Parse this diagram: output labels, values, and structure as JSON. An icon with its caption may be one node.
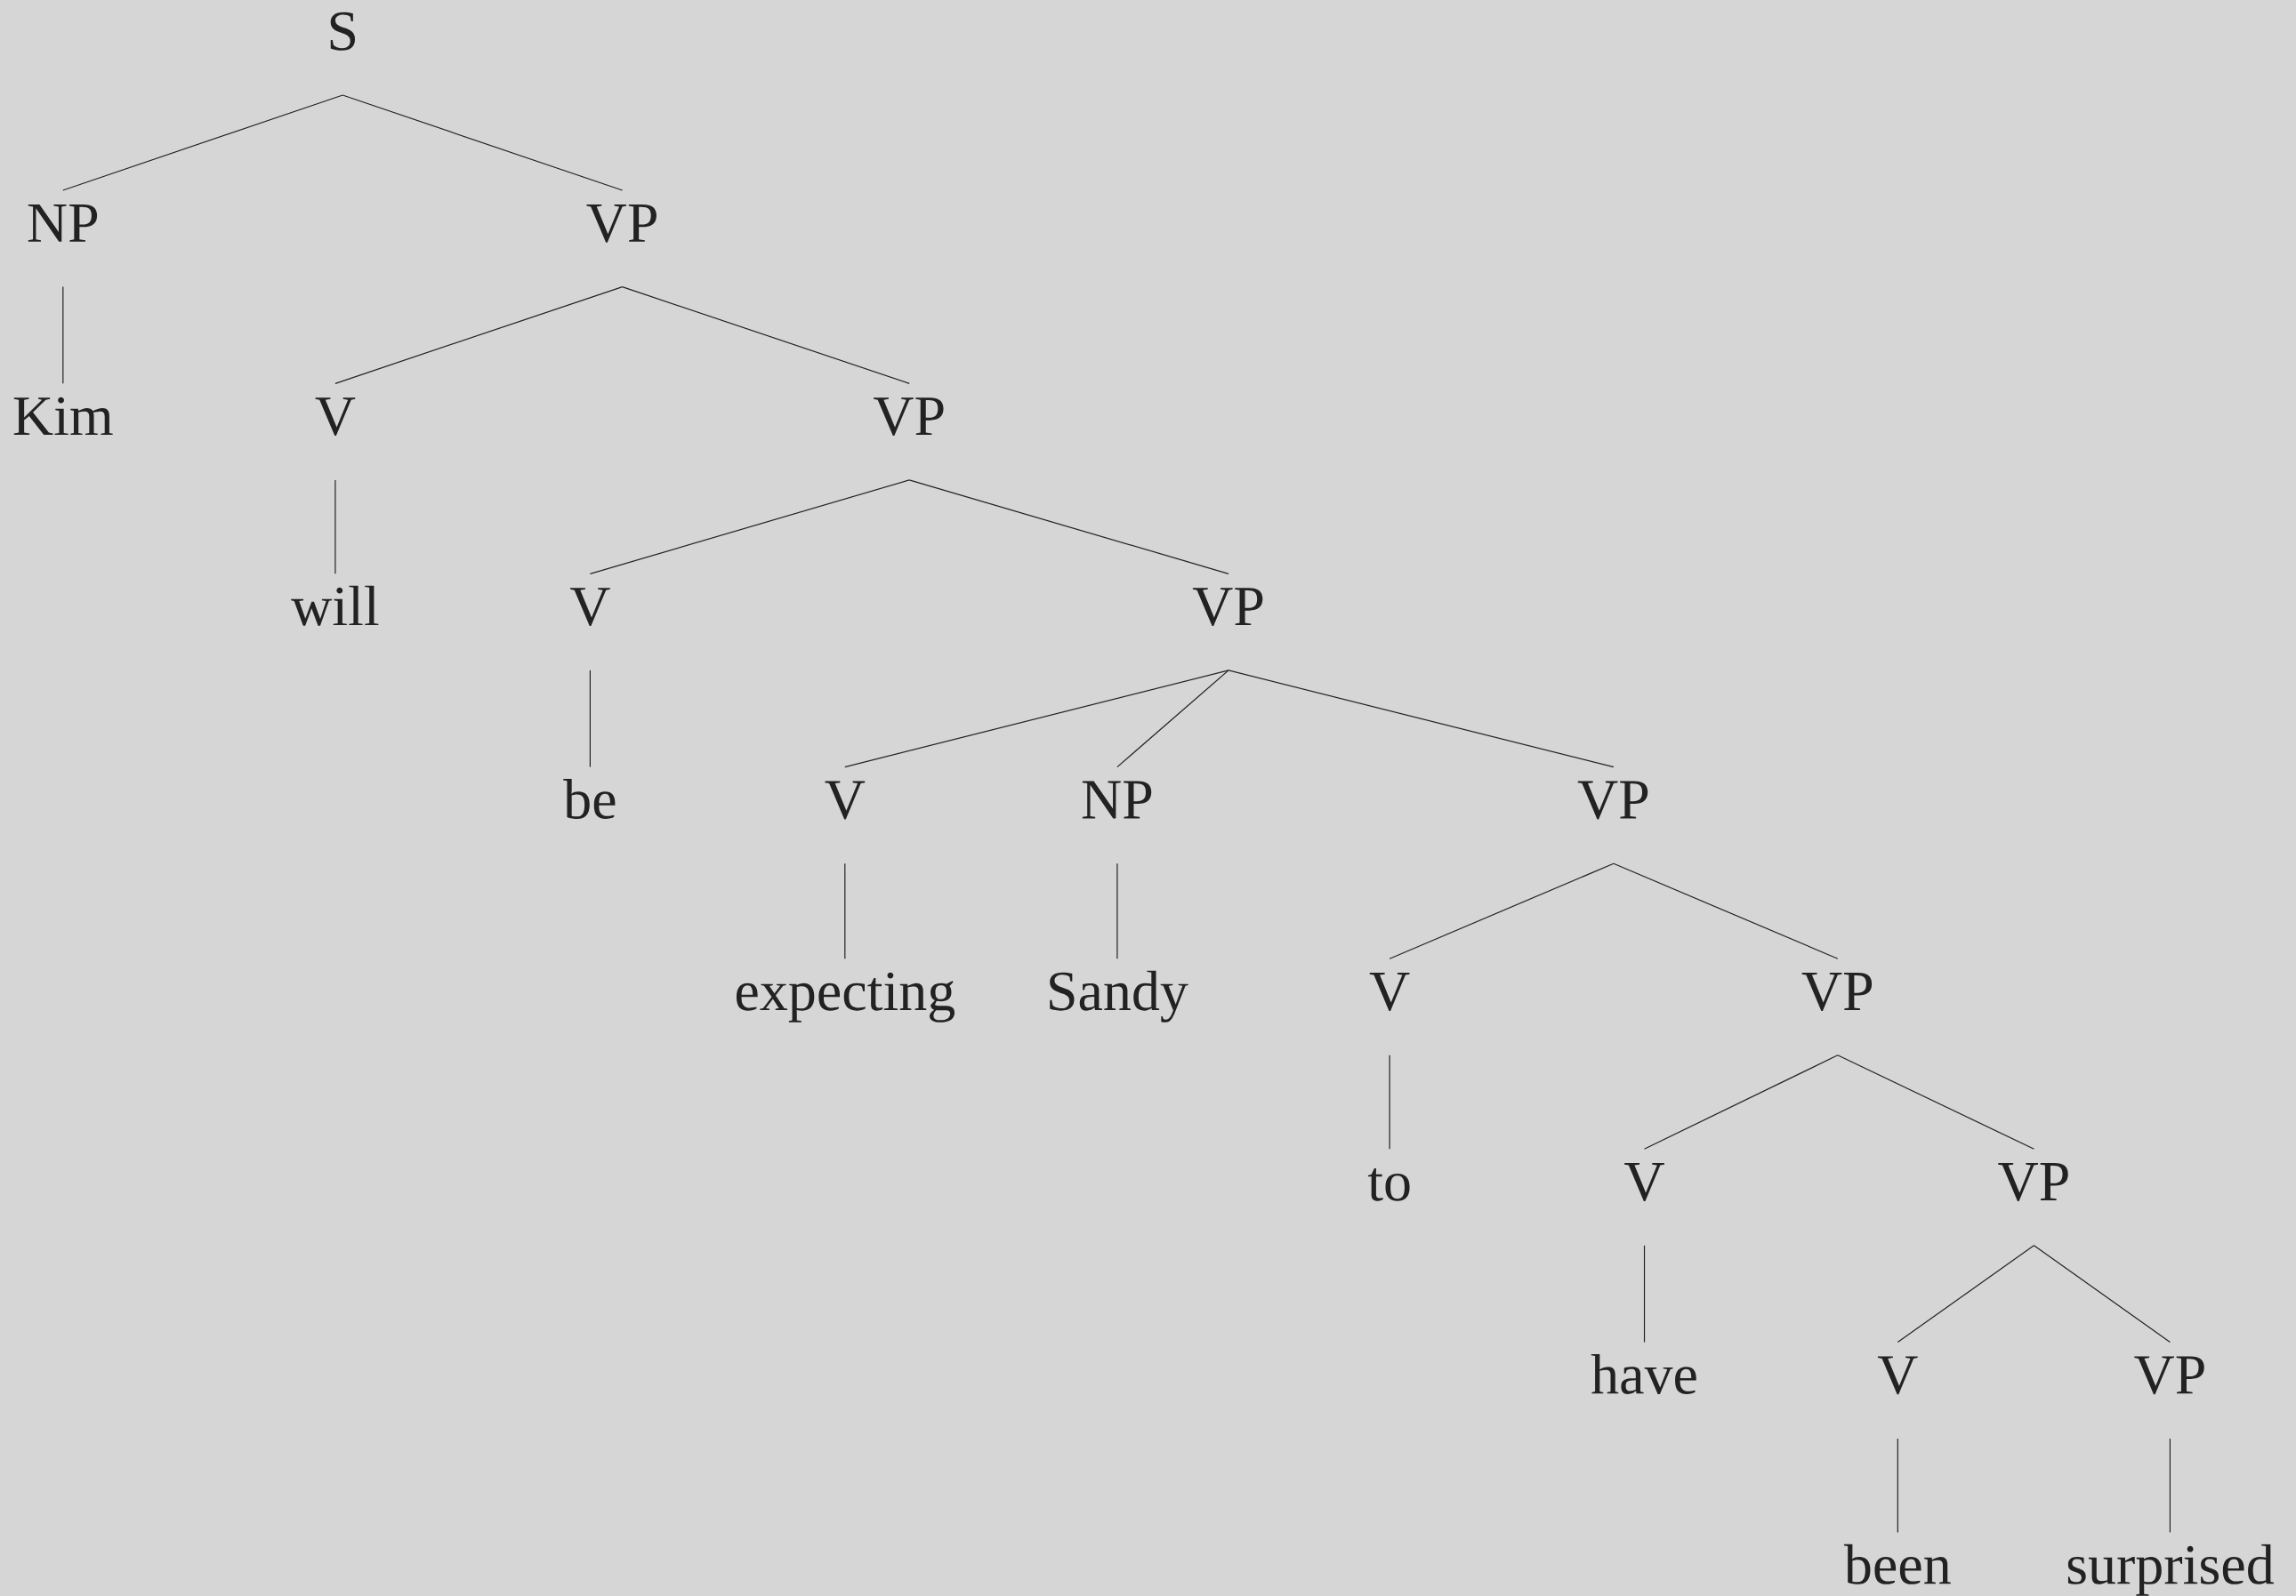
{
  "diagram": {
    "nodes": [
      {
        "text": [
          "S"
        ]
      },
      {
        "text": [
          "NP"
        ]
      },
      {
        "text": [
          "VP"
        ]
      },
      {
        "text": [
          "Kim"
        ]
      },
      {
        "text": [
          "V"
        ]
      },
      {
        "text": [
          "VP"
        ]
      },
      {
        "text": [
          "will"
        ]
      },
      {
        "text": [
          "V"
        ]
      },
      {
        "text": [
          "VP"
        ]
      },
      {
        "text": [
          "be"
        ]
      },
      {
        "text": [
          "V"
        ]
      },
      {
        "text": [
          "NP"
        ]
      },
      {
        "text": [
          "VP"
        ]
      },
      {
        "text": [
          "expecting"
        ]
      },
      {
        "text": [
          "Sandy"
        ]
      },
      {
        "text": [
          "V"
        ]
      },
      {
        "text": [
          "VP"
        ]
      },
      {
        "text": [
          "to"
        ]
      },
      {
        "text": [
          "V"
        ]
      },
      {
        "text": [
          "VP"
        ]
      },
      {
        "text": [
          "have"
        ]
      },
      {
        "text": [
          "V"
        ]
      },
      {
        "text": [
          "VP"
        ]
      },
      {
        "text": [
          "been"
        ]
      },
      {
        "text": [
          "surprised"
        ]
      }
    ],
    "edges": [
      {
        "from": 0,
        "to": 1,
        "arrow": "none"
      },
      {
        "from": 0,
        "to": 2,
        "arrow": "none"
      },
      {
        "from": 1,
        "to": 3,
        "arrow": "none"
      },
      {
        "from": 2,
        "to": 4,
        "arrow": "none"
      },
      {
        "from": 2,
        "to": 5,
        "arrow": "none"
      },
      {
        "from": 4,
        "to": 6,
        "arrow": "none"
      },
      {
        "from": 5,
        "to": 7,
        "arrow": "none"
      },
      {
        "from": 5,
        "to": 8,
        "arrow": "none"
      },
      {
        "from": 7,
        "to": 9,
        "arrow": "none"
      },
      {
        "from": 8,
        "to": 10,
        "arrow": "none"
      },
      {
        "from": 8,
        "to": 11,
        "arrow": "none"
      },
      {
        "from": 8,
        "to": 12,
        "arrow": "none"
      },
      {
        "from": 10,
        "to": 13,
        "arrow": "none"
      },
      {
        "from": 11,
        "to": 14,
        "arrow": "none"
      },
      {
        "from": 12,
        "to": 15,
        "arrow": "none"
      },
      {
        "from": 12,
        "to": 16,
        "arrow": "none"
      },
      {
        "from": 15,
        "to": 17,
        "arrow": "none"
      },
      {
        "from": 16,
        "to": 18,
        "arrow": "none"
      },
      {
        "from": 16,
        "to": 19,
        "arrow": "none"
      },
      {
        "from": 18,
        "to": 20,
        "arrow": "none"
      },
      {
        "from": 19,
        "to": 21,
        "arrow": "none"
      },
      {
        "from": 19,
        "to": 22,
        "arrow": "none"
      },
      {
        "from": 21,
        "to": 23,
        "arrow": "none"
      },
      {
        "from": 22,
        "to": 24,
        "arrow": "none"
      }
    ]
  }
}
